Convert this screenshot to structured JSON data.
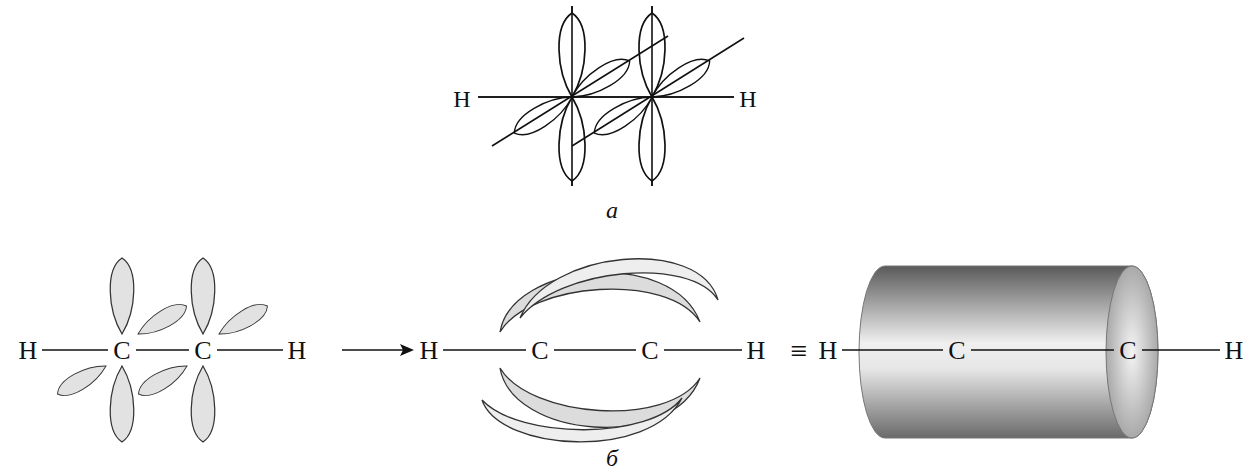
{
  "diagram": {
    "labels": [
      "H",
      "H",
      "а",
      "H",
      "C",
      "C",
      "H",
      "H",
      "C",
      "C",
      "H",
      "≡",
      "H",
      "C",
      "C",
      "H",
      "б"
    ]
  }
}
